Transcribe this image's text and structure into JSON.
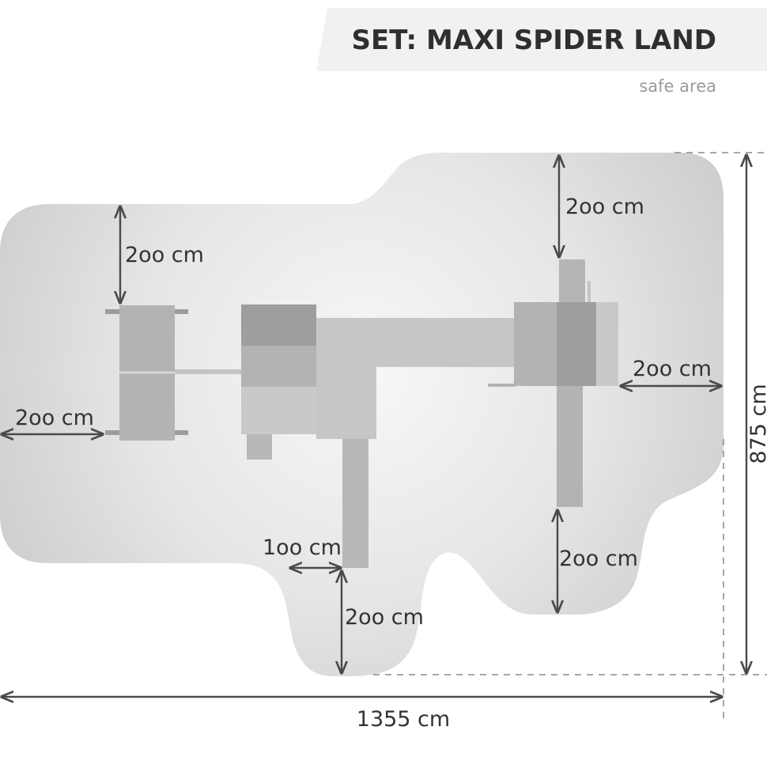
{
  "header": {
    "title": "SET: MAXI SPIDER LAND",
    "subtitle": "safe area"
  },
  "dimensions": {
    "left_top_clearance": "2oo cm",
    "left_side_clearance": "2oo cm",
    "right_top_clearance": "2oo cm",
    "right_side_clearance": "2oo cm",
    "right_bottom_clearance": "2oo cm",
    "slide_side_clearance": "1oo cm",
    "slide_bottom_clearance": "2oo cm",
    "total_width": "1355 cm",
    "total_height": "875 cm"
  },
  "colors": {
    "safe_area_center": "#f6f6f6",
    "safe_area_edge": "#d2d2d2",
    "equipment_light": "#c4c4c4",
    "equipment_mid": "#b3b3b3",
    "equipment_dark": "#9c9c9c",
    "arrow": "#4a4a4a",
    "dashed_line": "#8a8a8a",
    "title_band": "#f1f1f1"
  }
}
